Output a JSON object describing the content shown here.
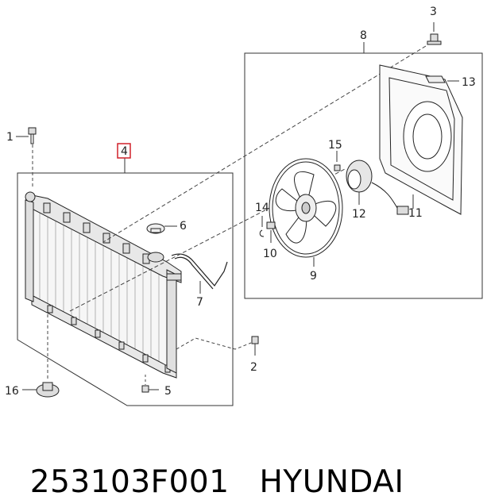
{
  "diagram": {
    "callouts": {
      "c1": "1",
      "c2": "2",
      "c3": "3",
      "c4": "4",
      "c5": "5",
      "c6": "6",
      "c7": "7",
      "c8": "8",
      "c9": "9",
      "c10": "10",
      "c11": "11",
      "c12": "12",
      "c13": "13",
      "c14": "14",
      "c15": "15",
      "c16": "16"
    },
    "highlight_color": "#d0202a"
  },
  "caption": {
    "part_number": "253103F001",
    "brand": "HYUNDAI"
  }
}
